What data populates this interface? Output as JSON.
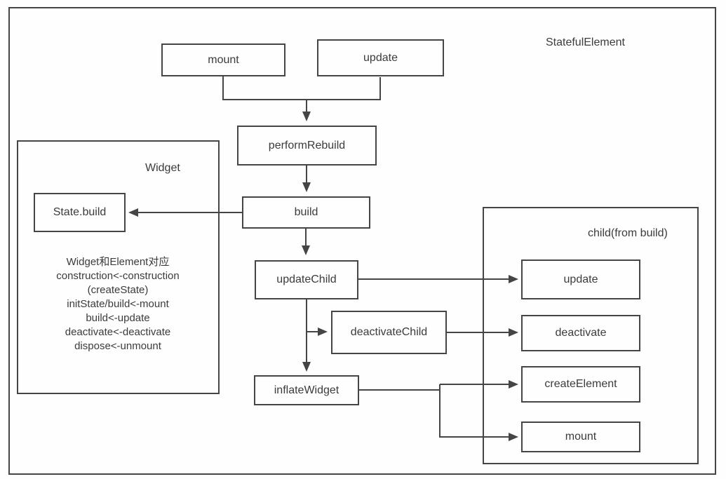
{
  "diagram": {
    "outer_label": "StatefulElement",
    "flow": {
      "mount": "mount",
      "update": "update",
      "perform_rebuild": "performRebuild",
      "build": "build",
      "update_child": "updateChild",
      "deactivate_child": "deactivateChild",
      "inflate_widget": "inflateWidget"
    },
    "widget_group": {
      "label": "Widget",
      "state_build": "State.build",
      "note_lines": [
        "Widget和Element对应",
        "construction<-construction",
        "(createState)",
        "initState/build<-mount",
        "build<-update",
        "deactivate<-deactivate",
        "dispose<-unmount"
      ]
    },
    "child_group": {
      "label": "child(from build)",
      "update": "update",
      "deactivate": "deactivate",
      "create_element": "createElement",
      "mount": "mount"
    },
    "colors": {
      "line": "#454545",
      "text": "#3b3b3b",
      "background": "#fefefe"
    }
  }
}
